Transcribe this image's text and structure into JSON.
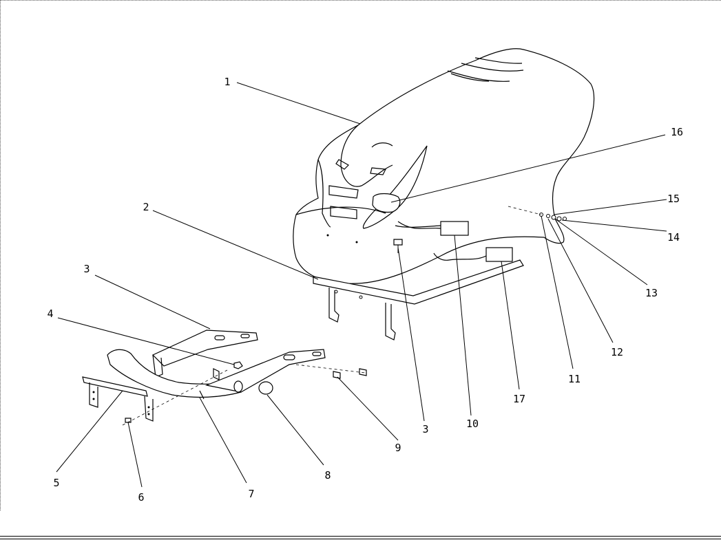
{
  "diagram": {
    "callouts": [
      {
        "id": "c1",
        "label": "1"
      },
      {
        "id": "c2",
        "label": "2"
      },
      {
        "id": "c3a",
        "label": "3"
      },
      {
        "id": "c4",
        "label": "4"
      },
      {
        "id": "c5",
        "label": "5"
      },
      {
        "id": "c6",
        "label": "6"
      },
      {
        "id": "c7",
        "label": "7"
      },
      {
        "id": "c8",
        "label": "8"
      },
      {
        "id": "c9",
        "label": "9"
      },
      {
        "id": "c3b",
        "label": "3"
      },
      {
        "id": "c10",
        "label": "10"
      },
      {
        "id": "c17",
        "label": "17"
      },
      {
        "id": "c11",
        "label": "11"
      },
      {
        "id": "c12",
        "label": "12"
      },
      {
        "id": "c13",
        "label": "13"
      },
      {
        "id": "c14",
        "label": "14"
      },
      {
        "id": "c15",
        "label": "15"
      },
      {
        "id": "c16",
        "label": "16"
      }
    ]
  }
}
